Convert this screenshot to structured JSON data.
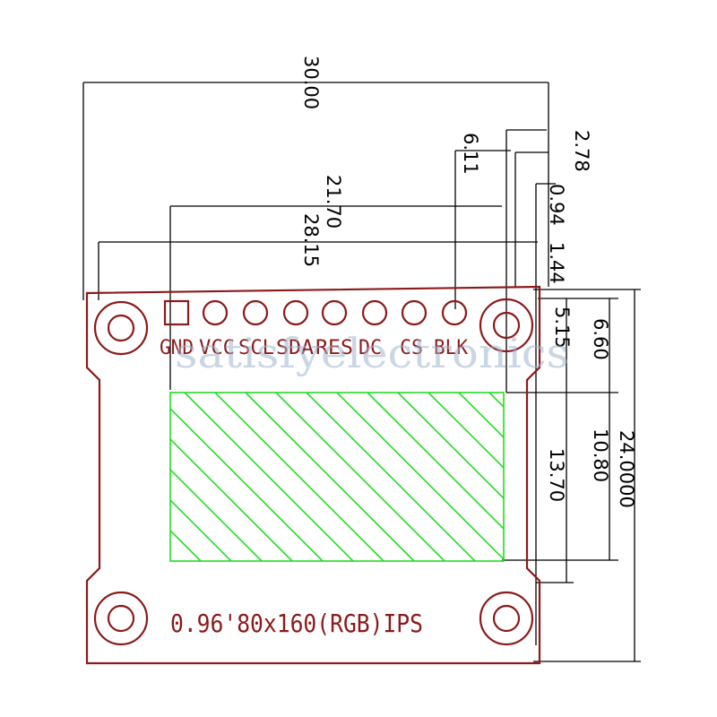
{
  "dimensions": {
    "width_total": "30.00",
    "pin_row_span": "28.15",
    "display_width": "21.70",
    "right_pin_offset": "6.11",
    "right_offset_1": "2.78",
    "right_offset_2": "0.94",
    "right_offset_3": "1.44",
    "right_offset_4": "5.15",
    "top_to_display": "6.60",
    "display_height": "10.80",
    "display_height_2": "13.70",
    "height_total": "24.0000"
  },
  "pins": [
    "GND",
    "VCC",
    "SCL",
    "SDA",
    "RES",
    "DC",
    "CS",
    "BLK"
  ],
  "board_label": "0.96'80x160(RGB)IPS",
  "watermark": "satisfyelectronics",
  "colors": {
    "pcb_outline": "#8b1a1a",
    "lcd_hatch": "#22dd22",
    "dimension": "#000000",
    "watermark": "#9fb6cf"
  }
}
